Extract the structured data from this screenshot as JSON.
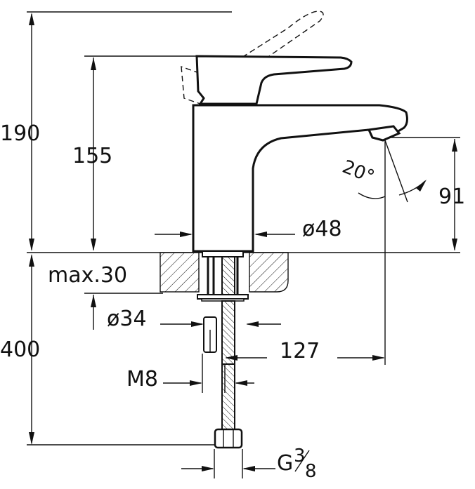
{
  "dimensions": {
    "total_height": "190",
    "lever_height": "155",
    "spout_height": "91",
    "base_diameter": "ø48",
    "angle": "20°",
    "max_thickness": "max.30",
    "hole_diameter": "ø34",
    "hose_length": "400",
    "reach": "127",
    "thread": "M8",
    "connection_main": "G",
    "connection_num": "3",
    "connection_den": "8"
  }
}
